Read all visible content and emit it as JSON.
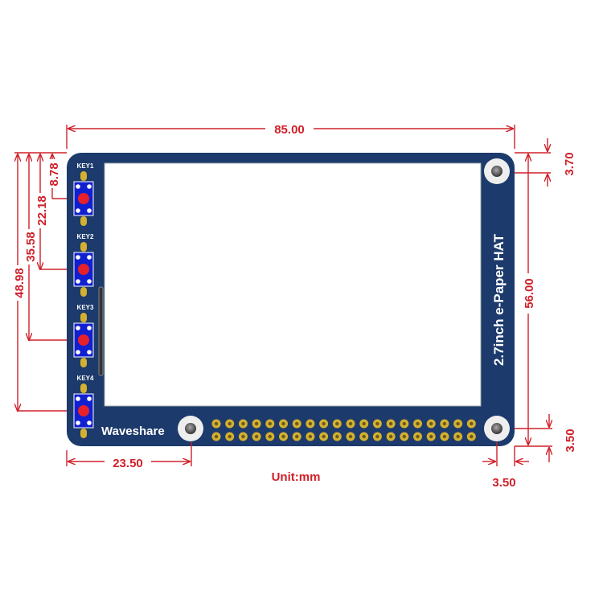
{
  "board": {
    "brand": "Waveshare",
    "product_title": "2.7inch e-Paper HAT",
    "keys": [
      "KEY1",
      "KEY2",
      "KEY3",
      "KEY4"
    ],
    "header_pins_per_row": 20,
    "header_rows": 2,
    "colors": {
      "pcb": "#1c3a6b",
      "button": "#1020d0",
      "button_cap": "#e8202a",
      "pin": "#d4b030",
      "dimension": "#d0202a"
    }
  },
  "dimensions": {
    "width": "85.00",
    "height": "56.00",
    "key1_offset": "8.78",
    "key2_offset": "22.18",
    "key3_offset": "35.58",
    "key4_offset": "48.98",
    "hole_offset_x": "23.50",
    "top_hole_margin": "3.70",
    "bottom_hole_margin_y": "3.50",
    "bottom_hole_margin_x": "3.50"
  },
  "unit_label": "Unit:mm"
}
